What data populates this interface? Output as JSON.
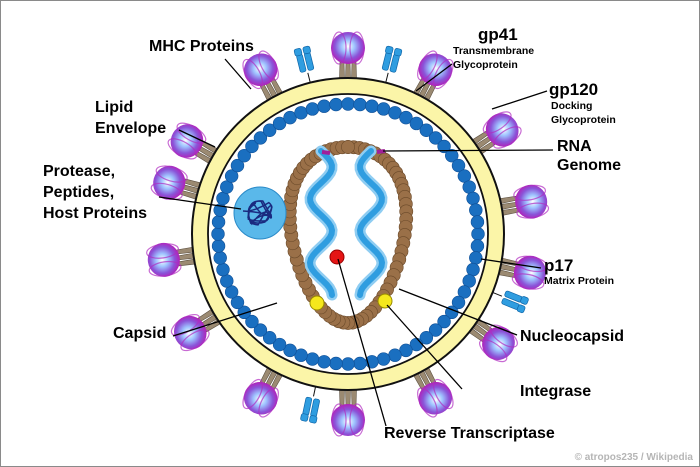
{
  "title": "HIV virion structure diagram",
  "labels": {
    "mhc": "MHC Proteins",
    "lipid_1": "Lipid",
    "lipid_2": "Envelope",
    "protease_1": "Protease,",
    "protease_2": "Peptides,",
    "protease_3": "Host Proteins",
    "capsid": "Capsid",
    "gp41": "gp41",
    "gp41_sub_1": "Transmembrane",
    "gp41_sub_2": "Glycoprotein",
    "gp120": "gp120",
    "gp120_sub_1": "Docking",
    "gp120_sub_2": "Glycoprotein",
    "rna_1": "RNA",
    "rna_2": "Genome",
    "p17": "p17",
    "p17_sub": "Matrix Protein",
    "nucleocapsid": "Nucleocapsid",
    "integrase": "Integrase",
    "reverse_transcriptase": "Reverse Transcriptase"
  },
  "credit": "© atropos235 / Wikipedia",
  "colors": {
    "envelope": "#fbf5a8",
    "matrix_bead": "#1a6fc0",
    "capsid_bead": "#9a7048",
    "rna": "#2f9de0",
    "rna_halo": "#8fcdf2",
    "rna_tip": "#a0209a",
    "spike_head": "#b02cc0",
    "spike_stem": "#9b8a72",
    "mhc": "#2f9de0",
    "reverse_transcriptase": "#e51515",
    "integrase": "#f5e81c",
    "protease_body": "#5ab8ea",
    "protease_coil": "#1a2a80"
  }
}
